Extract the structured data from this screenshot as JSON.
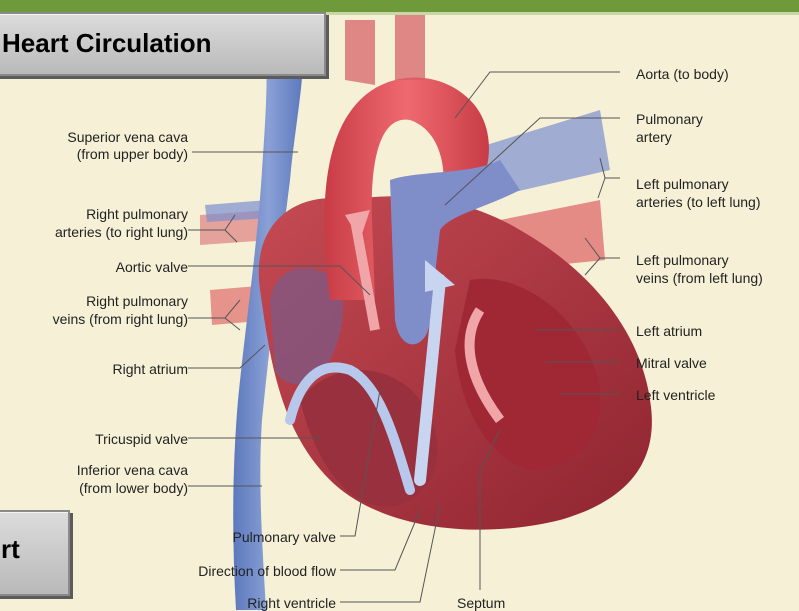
{
  "title": "Heart Circulation",
  "subtitle_fragment": "rt",
  "labels": {
    "aorta": "Aorta (to body)",
    "pulmonary_artery_1": "Pulmonary",
    "pulmonary_artery_2": "artery",
    "left_pulm_arteries_1": "Left pulmonary",
    "left_pulm_arteries_2": "arteries (to left lung)",
    "left_pulm_veins_1": "Left pulmonary",
    "left_pulm_veins_2": "veins (from left lung)",
    "left_atrium": "Left atrium",
    "mitral_valve": "Mitral valve",
    "left_ventricle": "Left ventricle",
    "svc_1": "Superior vena cava",
    "svc_2": "(from upper body)",
    "right_pulm_arteries_1": "Right pulmonary",
    "right_pulm_arteries_2": "arteries (to right lung)",
    "aortic_valve": "Aortic valve",
    "right_pulm_veins_1": "Right pulmonary",
    "right_pulm_veins_2": "veins (from right lung)",
    "right_atrium": "Right atrium",
    "tricuspid_valve": "Tricuspid valve",
    "ivc_1": "Inferior vena cava",
    "ivc_2": "(from lower body)",
    "pulmonary_valve": "Pulmonary valve",
    "blood_flow": "Direction of blood flow",
    "right_ventricle": "Right ventricle",
    "septum": "Septum"
  },
  "colors": {
    "background": "#f6f1d6",
    "header_bar": "#6f9a3c",
    "oxygenated": "#d8474e",
    "deoxygenated": "#6f86c4",
    "heart_wall": "#b23a44"
  }
}
